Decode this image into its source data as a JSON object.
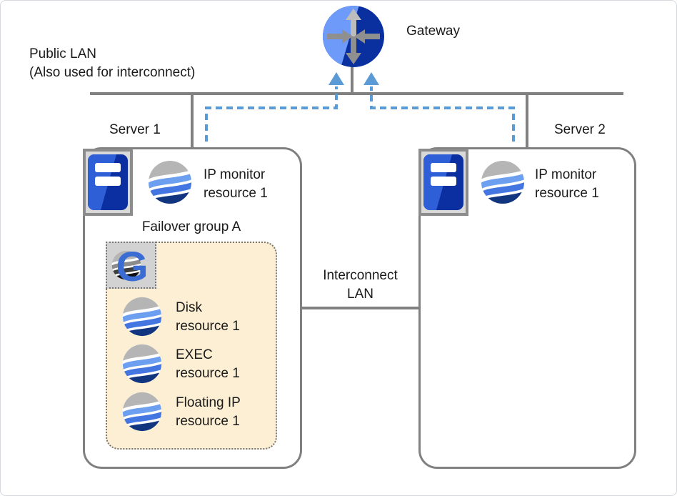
{
  "public_lan": {
    "line1": "Public LAN",
    "line2": "(Also used for interconnect)"
  },
  "gateway": {
    "label": "Gateway",
    "icon": "router-arrows-icon"
  },
  "interconnect": {
    "line1": "Interconnect",
    "line2": "LAN"
  },
  "server1": {
    "title": "Server 1",
    "icon": "server-tower-icon",
    "ip_monitor": {
      "icon": "wave-globe-icon",
      "line1": "IP monitor",
      "line2": "resource 1"
    },
    "failover_group": {
      "title": "Failover group A",
      "icon": "group-g-icon",
      "icon_letter": "G",
      "resources": [
        {
          "icon": "wave-globe-icon",
          "line1": "Disk",
          "line2": "resource 1"
        },
        {
          "icon": "wave-globe-icon",
          "line1": "EXEC",
          "line2": "resource 1"
        },
        {
          "icon": "wave-globe-icon",
          "line1": "Floating IP",
          "line2": "resource 1"
        }
      ]
    }
  },
  "server2": {
    "title": "Server 2",
    "icon": "server-tower-icon",
    "ip_monitor": {
      "icon": "wave-globe-icon",
      "line1": "IP monitor",
      "line2": "resource 1"
    }
  },
  "colors": {
    "line_gray": "#808080",
    "dashed_blue": "#5b9bd5",
    "group_fill": "#fcefd4",
    "dotted_border": "#757575",
    "server_blue_light": "#2e5fd6",
    "server_blue_dark": "#0b2fa0",
    "gateway_blue_light": "#6e9bfa",
    "gateway_blue_dark": "#0a2f9e",
    "sphere_gray": "#b5b5b5",
    "sphere_blue_light": "#6d9ff0",
    "sphere_blue_mid": "#4376e0",
    "sphere_blue_dark": "#12357f",
    "g_letter_blue": "#3a6cd4",
    "text": "#1a1a1a"
  }
}
